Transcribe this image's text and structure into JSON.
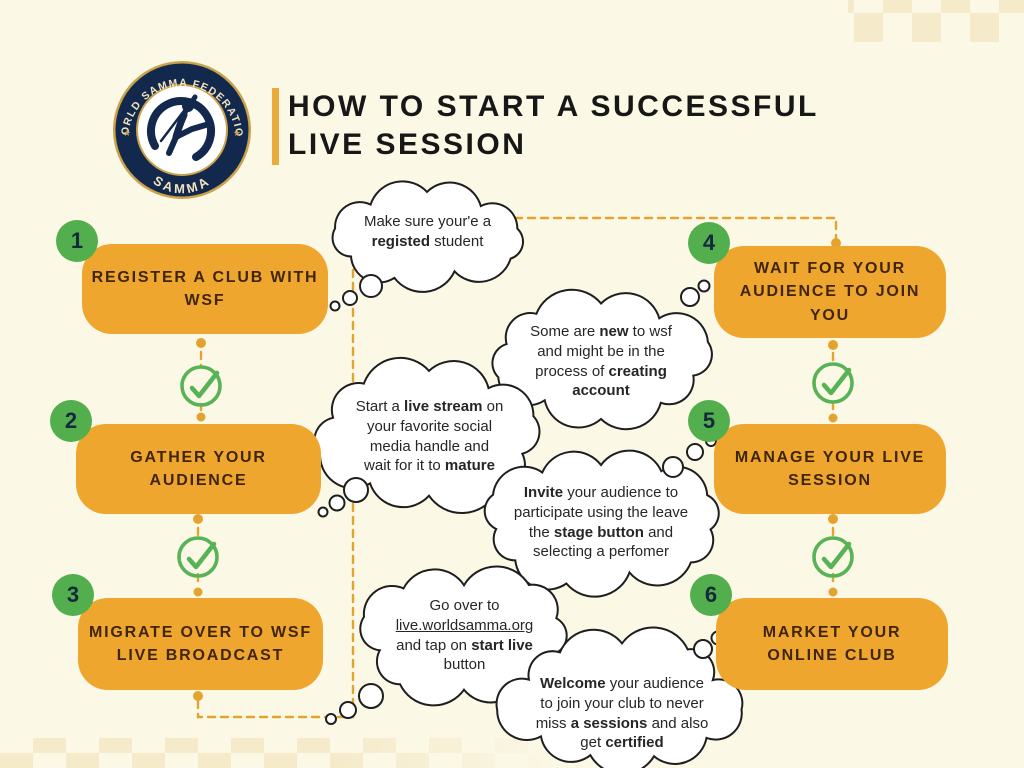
{
  "header": {
    "title_line1": "HOW TO START A SUCCESSFUL",
    "title_line2": "LIVE SESSION",
    "logo": {
      "ring_text_top": "WORLD SAMMA FEDERATION",
      "ring_text_bottom": "SAMMA",
      "star": "★"
    }
  },
  "steps": [
    {
      "number": "1",
      "label": "REGISTER A CLUB WITH WSF"
    },
    {
      "number": "2",
      "label": "GATHER YOUR AUDIENCE"
    },
    {
      "number": "3",
      "label": "MIGRATE OVER TO WSF LIVE BROADCAST"
    },
    {
      "number": "4",
      "label": "WAIT FOR YOUR AUDIENCE TO JOIN YOU"
    },
    {
      "number": "5",
      "label": "MANAGE YOUR LIVE SESSION"
    },
    {
      "number": "6",
      "label": "MARKET YOUR ONLINE CLUB"
    }
  ],
  "bubbles": [
    {
      "id": "registered-student",
      "segments": [
        {
          "t": "Make sure your'e a\n"
        },
        {
          "t": "registed",
          "b": true
        },
        {
          "t": " student"
        }
      ]
    },
    {
      "id": "new-to-wsf",
      "segments": [
        {
          "t": "Some are "
        },
        {
          "t": "new",
          "b": true
        },
        {
          "t": " to wsf\nand might be in the\nprocess of "
        },
        {
          "t": "creating\naccount",
          "b": true
        }
      ]
    },
    {
      "id": "start-live-stream",
      "segments": [
        {
          "t": "Start a "
        },
        {
          "t": "live stream",
          "b": true
        },
        {
          "t": " on\nyour favorite social\nmedia handle and\nwait for it to "
        },
        {
          "t": "mature",
          "b": true
        }
      ]
    },
    {
      "id": "invite-audience",
      "segments": [
        {
          "t": "Invite",
          "b": true
        },
        {
          "t": " your audience to\nparticipate using the leave\nthe "
        },
        {
          "t": "stage button",
          "b": true
        },
        {
          "t": " and\nselecting a perfomer"
        }
      ]
    },
    {
      "id": "go-over-to",
      "segments": [
        {
          "t": "Go over to\n"
        },
        {
          "t": "live.worldsamma.org",
          "u": true
        },
        {
          "t": "\nand tap on "
        },
        {
          "t": "start live",
          "b": true
        },
        {
          "t": "\nbutton"
        }
      ]
    },
    {
      "id": "welcome-audience",
      "segments": [
        {
          "t": "Welcome",
          "b": true
        },
        {
          "t": " your audience\nto join your club to never\nmiss "
        },
        {
          "t": "a sessions",
          "b": true
        },
        {
          "t": " and also\nget "
        },
        {
          "t": "certified",
          "b": true
        }
      ]
    }
  ],
  "colors": {
    "background": "#FBF8E6",
    "step_box": "#EFA62F",
    "step_text": "#40250A",
    "badge_green": "#53AE4E",
    "check_green": "#57B356",
    "connector_gold": "#E2A42F",
    "logo_navy": "#12284C",
    "logo_gold": "#C9A24B",
    "accent_bar": "#E9AC3C"
  }
}
